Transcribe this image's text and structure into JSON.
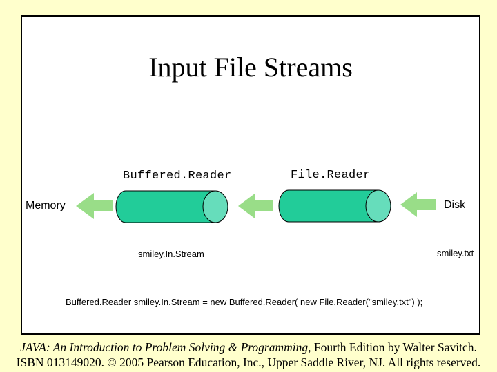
{
  "slide": {
    "title": "Input File Streams",
    "labels": {
      "buffered_reader": "Buffered.Reader",
      "file_reader": "File.Reader",
      "memory": "Memory",
      "disk": "Disk",
      "stream_name": "smiley.In.Stream",
      "file_name": "smiley.txt"
    },
    "code_line": "Buffered.Reader smiley.In.Stream = new Buffered.Reader( new File.Reader(\"smiley.txt\") );"
  },
  "footer": {
    "book_title": "JAVA: An Introduction to Problem Solving & Programming",
    "edition": ", Fourth Edition by Walter Savitch.",
    "copyright": "ISBN 013149020. © 2005 Pearson Education, Inc., Upper Saddle River, NJ. All rights reserved."
  },
  "colors": {
    "background": "#FFFFCC",
    "cylinder_body": "#22CC99",
    "cylinder_end": "#66DDBB",
    "arrow": "#99DD88"
  }
}
